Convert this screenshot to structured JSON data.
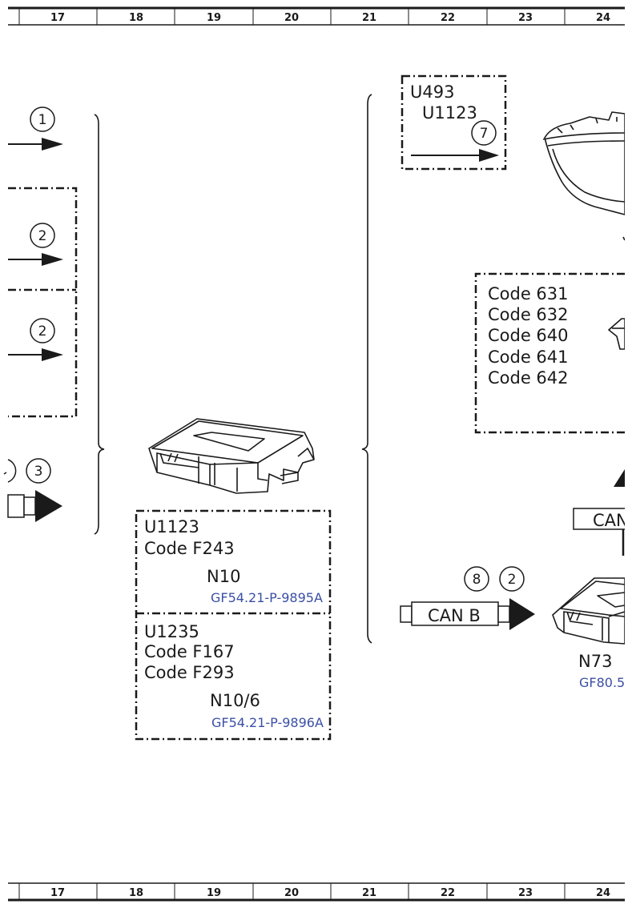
{
  "ruler": {
    "columns": [
      "17",
      "18",
      "19",
      "20",
      "21",
      "22",
      "23",
      "24"
    ]
  },
  "callouts": {
    "c1": "1",
    "c2a": "2",
    "c2b": "2",
    "c3": "3",
    "c7": "7",
    "c8": "8",
    "c2c": "2"
  },
  "top_box": {
    "line1": "U493",
    "line2": "U1123"
  },
  "codes_box": {
    "lines": [
      "Code 631",
      "Code 632",
      "Code 640",
      "Code 641",
      "Code 642"
    ]
  },
  "module_n10": {
    "line1": "U1123",
    "line2": "Code F243",
    "id": "N10",
    "ref": "GF54.21-P-9895A"
  },
  "module_n10_6": {
    "line1": "U1235",
    "line2": "Code F167",
    "line3": "Code F293",
    "id": "N10/6",
    "ref": "GF54.21-P-9896A"
  },
  "module_n73": {
    "id": "N73",
    "ref": "GF80.5"
  },
  "can": {
    "can_b": "CAN B",
    "can_partial": "CAN"
  },
  "icons": [
    "arrow-icon",
    "connector-arrow-icon",
    "control-unit-icon",
    "headlamp-icon",
    "brace-icon"
  ]
}
